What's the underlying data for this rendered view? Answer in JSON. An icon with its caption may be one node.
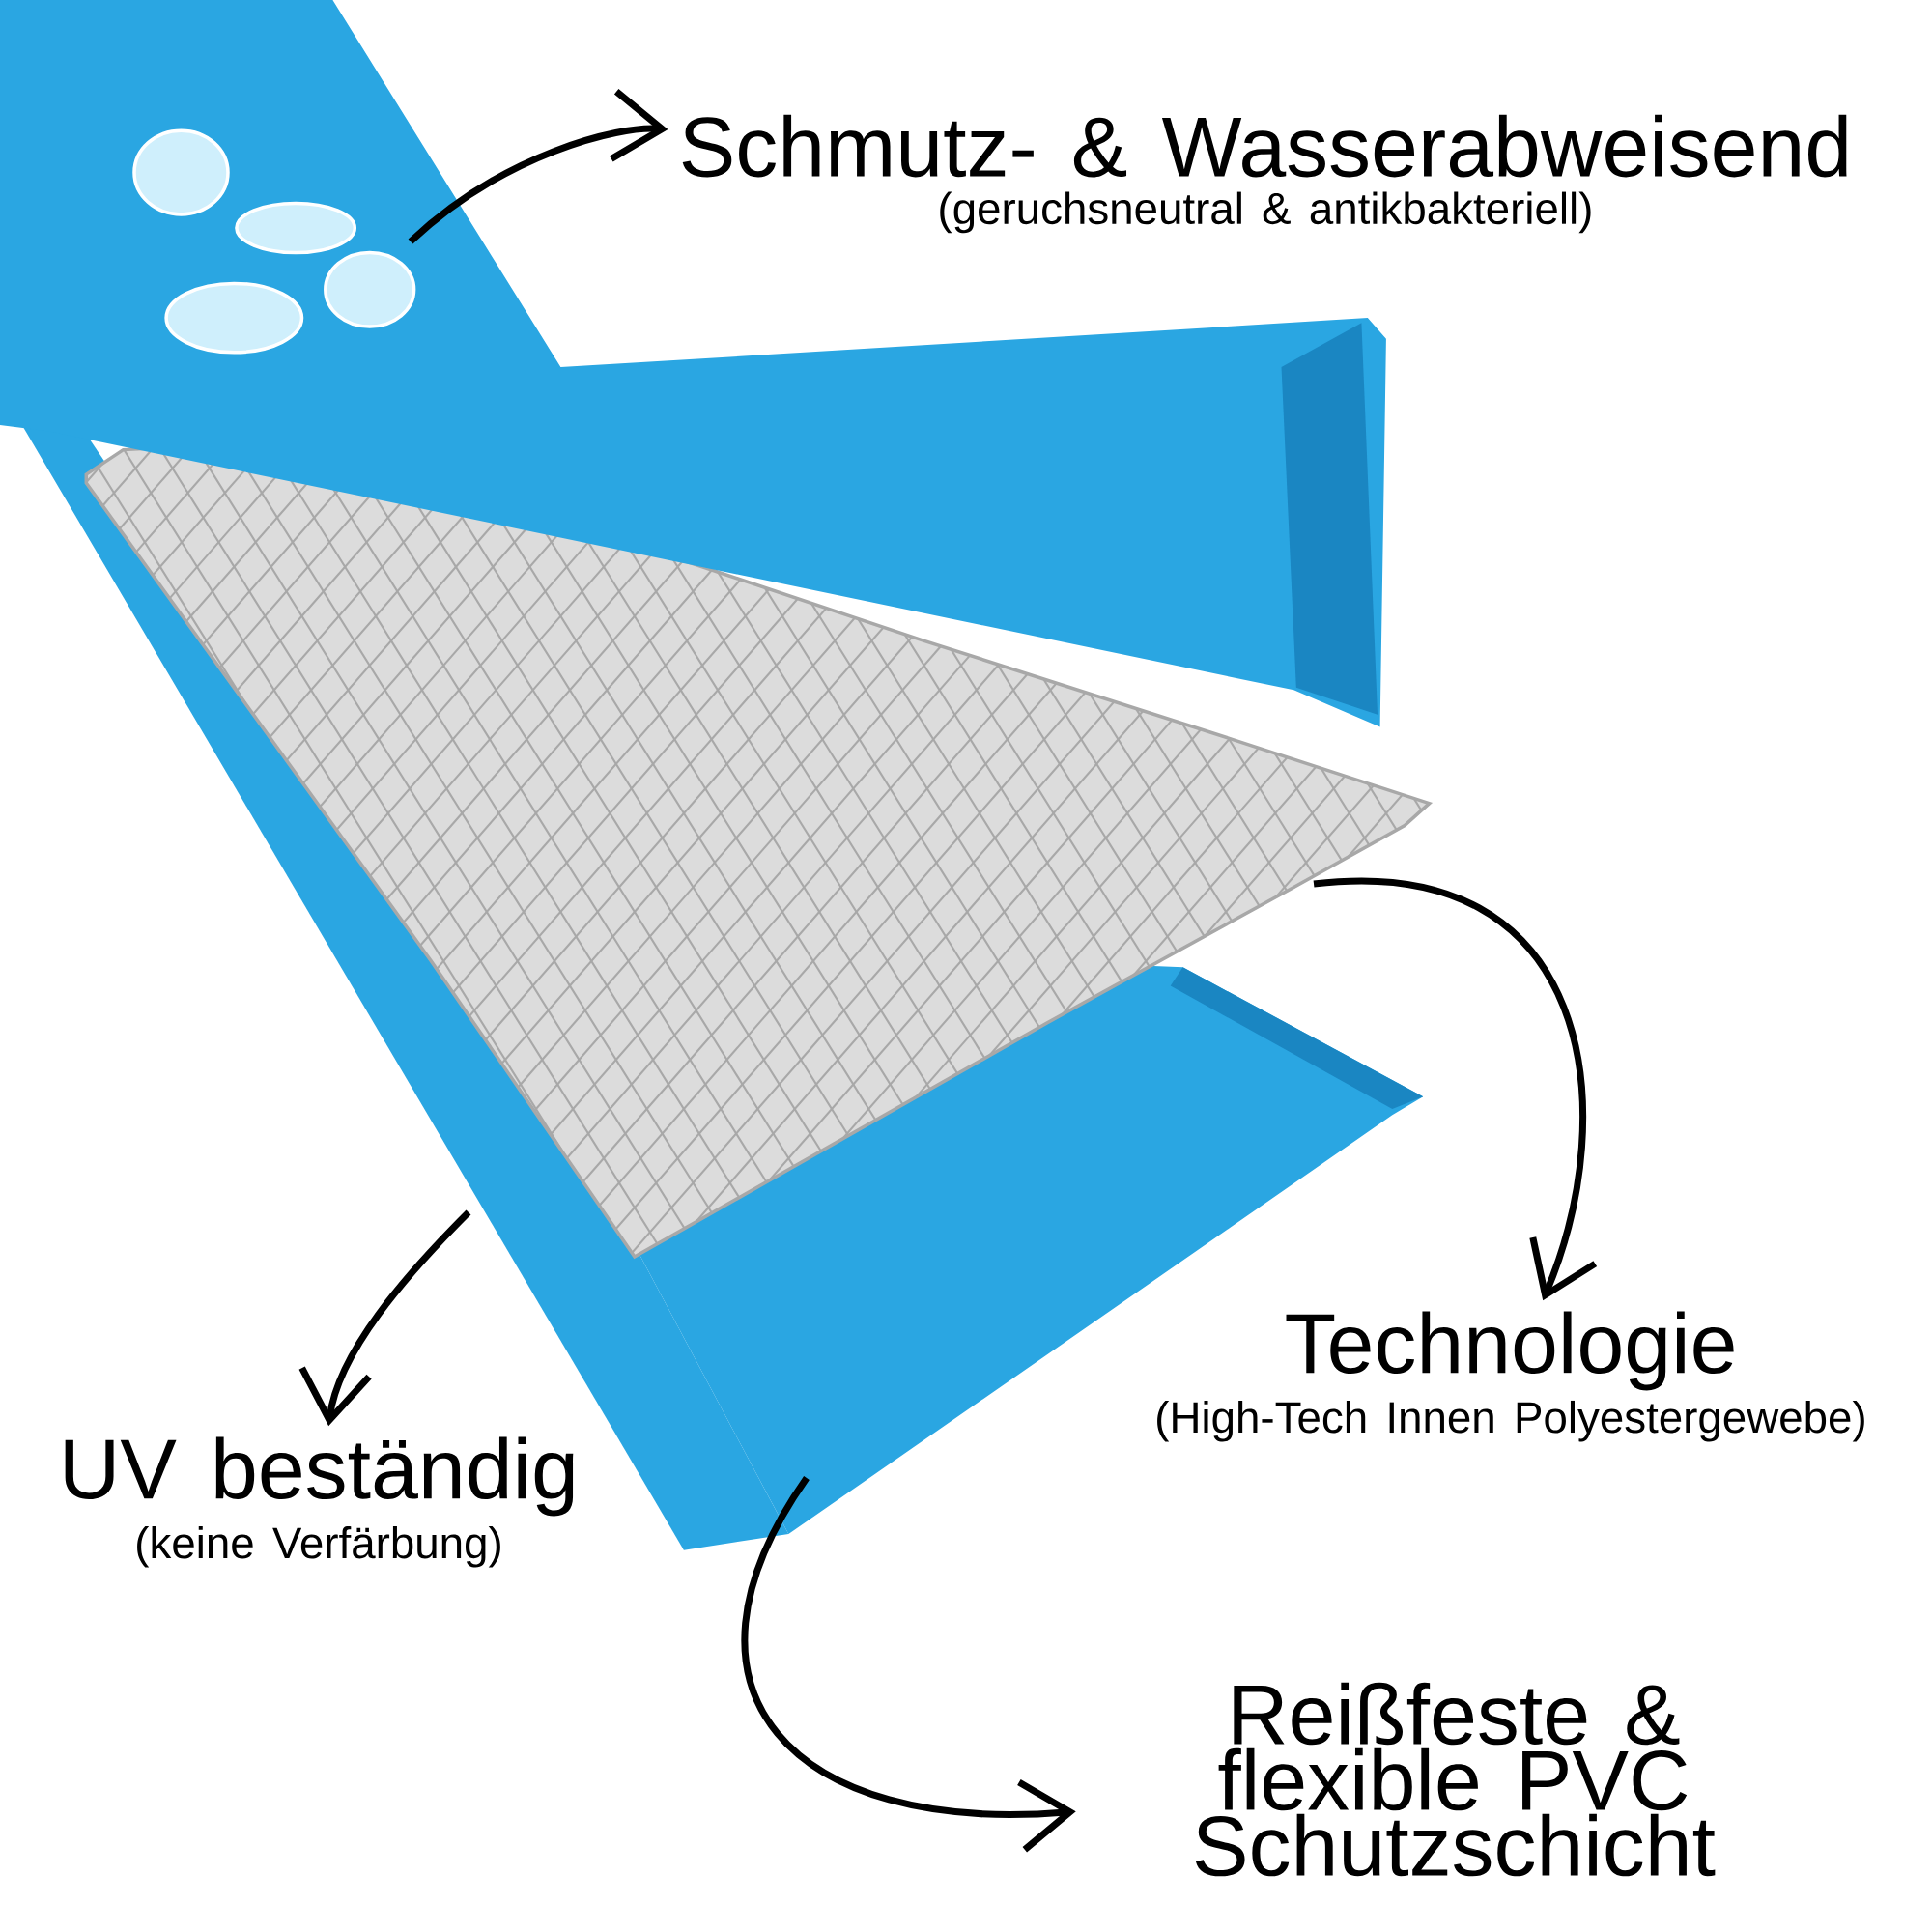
{
  "diagram": {
    "nodes": [
      {
        "text": [
          "Schmutz- & Wasserabweisend",
          "(geruchsneutral & antikbakteriell)"
        ]
      },
      {
        "text": [
          "Technologie",
          "(High-Tech Innen Polyestergewebe)"
        ]
      },
      {
        "text": [
          "UV beständig",
          "(keine Verfärbung)"
        ]
      },
      {
        "text": [
          "Reißfeste & flexible PVC Schutzschicht"
        ]
      }
    ],
    "edges": [
      {
        "from": null,
        "to": 0,
        "arrow": "to"
      },
      {
        "from": null,
        "to": 1,
        "arrow": "to"
      },
      {
        "from": null,
        "to": 2,
        "arrow": "to"
      },
      {
        "from": null,
        "to": 3,
        "arrow": "to"
      }
    ]
  }
}
